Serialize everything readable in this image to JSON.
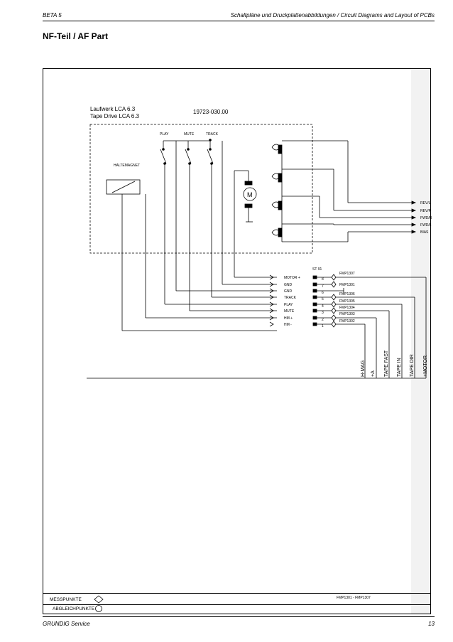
{
  "header": {
    "left": "BETA 5",
    "right": "Schaltpläne und Druckplattenabbildungen / Circuit Diagrams and Layout of PCBs"
  },
  "page_title": "NF-Teil / AF Part",
  "drive": {
    "name_de": "Laufwerk LCA 6.3",
    "name_en": "Tape Drive LCA 6.3",
    "part_number": "19723-030.00",
    "haltemagnet": "HALTEMAGNET",
    "switches": [
      "PLAY",
      "MUTE",
      "TRACK"
    ],
    "motor_symbol": "M"
  },
  "connector": {
    "ref": "ST 91",
    "signals": [
      "MOTOR +",
      "GND",
      "GND",
      "TRACK",
      "PLAY",
      "MUTE",
      "HM +",
      "HM -"
    ],
    "fmp": [
      "FMP1307",
      "FMP1301",
      "FMP1306",
      "FMP1305",
      "FMP1304",
      "FMP1303",
      "FMP1302"
    ],
    "pins": [
      "8",
      "7",
      "6",
      "5",
      "4",
      "3",
      "2",
      "1"
    ],
    "fmp_range": "FMP1301 - FMP1307"
  },
  "head_outputs": [
    "REV/L",
    "REV/R",
    "FWD/R",
    "FWD/L",
    "BIAS"
  ],
  "bottom_outputs": [
    "H-MAG",
    "+A",
    "TAPE FAST",
    "TAPE IN",
    "TAPE DIR",
    "+MOTOR"
  ],
  "legend": {
    "messpunkte": "MESSPUNKTE",
    "abgleichpunkte": "ABGLEICHPUNKTE"
  },
  "footer": {
    "left": "GRUNDIG Service",
    "right": "13"
  }
}
